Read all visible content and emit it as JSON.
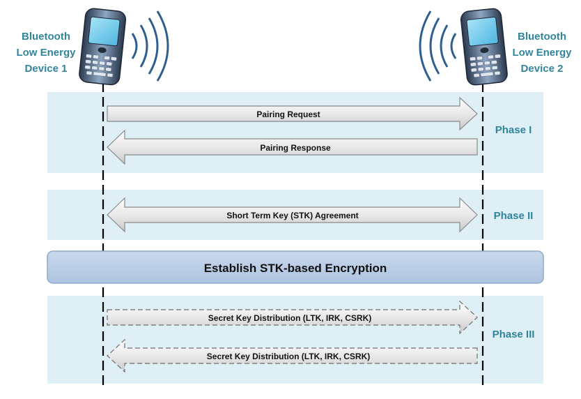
{
  "devices": {
    "left": {
      "line1": "Bluetooth",
      "line2": "Low Energy",
      "line3": "Device 1",
      "icon": "smartphone-icon"
    },
    "right": {
      "line1": "Bluetooth",
      "line2": "Low Energy",
      "line3": "Device 2",
      "icon": "smartphone-icon"
    }
  },
  "phases": {
    "phase1": "Phase I",
    "phase2": "Phase II",
    "phase3": "Phase III"
  },
  "messages": {
    "pairing_request": "Pairing Request",
    "pairing_response": "Pairing Response",
    "stk_agreement": "Short Term Key (STK) Agreement",
    "key_dist_1": "Secret Key Distribution (LTK, IRK, CSRK)",
    "key_dist_2": "Secret Key Distribution (LTK, IRK, CSRK)"
  },
  "banner": {
    "label": "Establish STK-based Encryption"
  },
  "colors": {
    "device_label": "#31859c",
    "phase_label": "#31859c",
    "phase_band": "#deeff5",
    "banner_fill": "#b9cde5",
    "banner_border": "#8ea9c8",
    "wave": "#2f5f8f"
  }
}
